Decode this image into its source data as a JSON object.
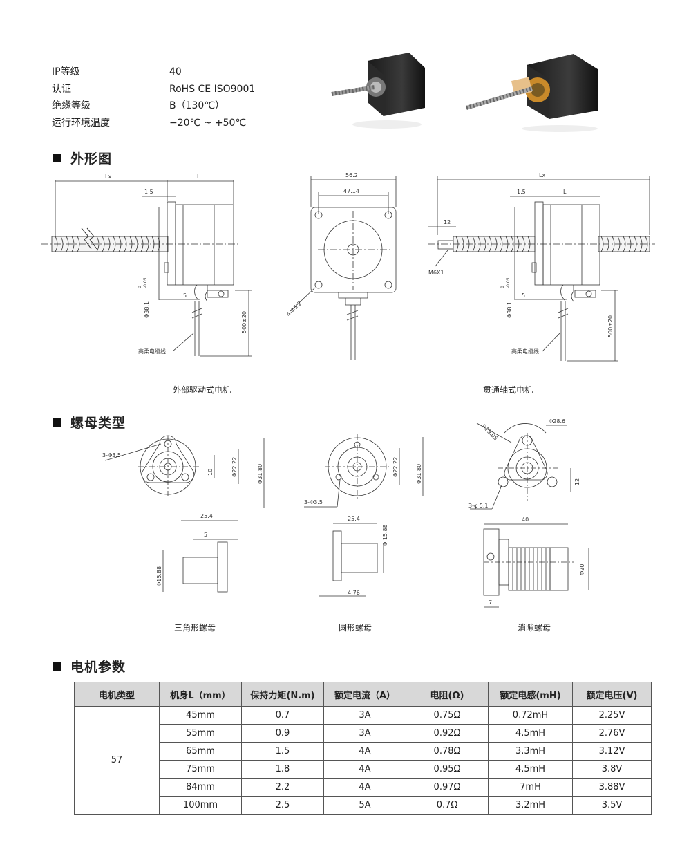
{
  "specs": [
    {
      "key": "IP等级",
      "value": "40"
    },
    {
      "key": "认证",
      "value": "RoHS CE ISO9001"
    },
    {
      "key": "绝缘等级",
      "value": "B（130℃）"
    },
    {
      "key": "运行环境温度",
      "value": "−20℃ ~ +50℃"
    }
  ],
  "sections": {
    "outline": "外形图",
    "nut_types": "螺母类型",
    "motor_params": "电机参数"
  },
  "outline": {
    "external": {
      "caption": "外部驱动式电机",
      "dim_lx": "Lx",
      "dim_l": "L",
      "dim_15": "1.5",
      "dim_5": "5",
      "dim_dia": "Φ38.1",
      "dim_dia_tol": "-0.05",
      "dim_dia_tol_upper": "0",
      "dim_cable": "500±20",
      "cable_label": "高柔电缆线"
    },
    "front": {
      "dim_562": "56.2",
      "dim_4714": "47.14",
      "dim_holes": "4-Φ5.2"
    },
    "through": {
      "caption": "贯通轴式电机",
      "dim_lx": "Lx",
      "dim_l": "L",
      "dim_15": "1.5",
      "dim_12": "12",
      "dim_5": "5",
      "thread": "M6X1",
      "dim_dia": "Φ38.1",
      "dim_dia_tol": "-0.05",
      "dim_dia_tol_upper": "0",
      "dim_cable": "500±20",
      "cable_label": "高柔电缆线"
    }
  },
  "nuts": {
    "triangle": {
      "caption": "三角形螺母",
      "holes": "3-Φ3.5",
      "dim_10": "10",
      "dim_2222": "Φ22.22",
      "dim_318": "Φ31.80",
      "dim_254": "25.4",
      "dim_5": "5",
      "dim_1588": "Φ15.88"
    },
    "round": {
      "caption": "圆形螺母",
      "holes": "3-Φ3.5",
      "dim_2222": "Φ22.22",
      "dim_318": "Φ31.80",
      "dim_254": "25.4",
      "dim_1588": "Φ 15.88",
      "dim_476": "4.76"
    },
    "antibacklash": {
      "caption": "消隙螺母",
      "radius": "R19.05",
      "dim_286": "Φ28.6",
      "dim_12": "12",
      "holes": "3-φ 5.1",
      "dim_40": "40",
      "dim_20": "Φ20",
      "dim_7": "7"
    }
  },
  "table": {
    "headers": [
      "电机类型",
      "机身L（mm）",
      "保持力矩(N.m)",
      "额定电流（A）",
      "电阻(Ω)",
      "额定电感(mH)",
      "额定电压(V)"
    ],
    "motor_type": "57",
    "rows": [
      [
        "45mm",
        "0.7",
        "3A",
        "0.75Ω",
        "0.72mH",
        "2.25V"
      ],
      [
        "55mm",
        "0.9",
        "3A",
        "0.92Ω",
        "4.5mH",
        "2.76V"
      ],
      [
        "65mm",
        "1.5",
        "4A",
        "0.78Ω",
        "3.3mH",
        "3.12V"
      ],
      [
        "75mm",
        "1.8",
        "4A",
        "0.95Ω",
        "4.5mH",
        "3.8V"
      ],
      [
        "84mm",
        "2.2",
        "4A",
        "0.97Ω",
        "7mH",
        "3.88V"
      ],
      [
        "100mm",
        "2.5",
        "5A",
        "0.7Ω",
        "3.2mH",
        "3.5V"
      ]
    ]
  }
}
